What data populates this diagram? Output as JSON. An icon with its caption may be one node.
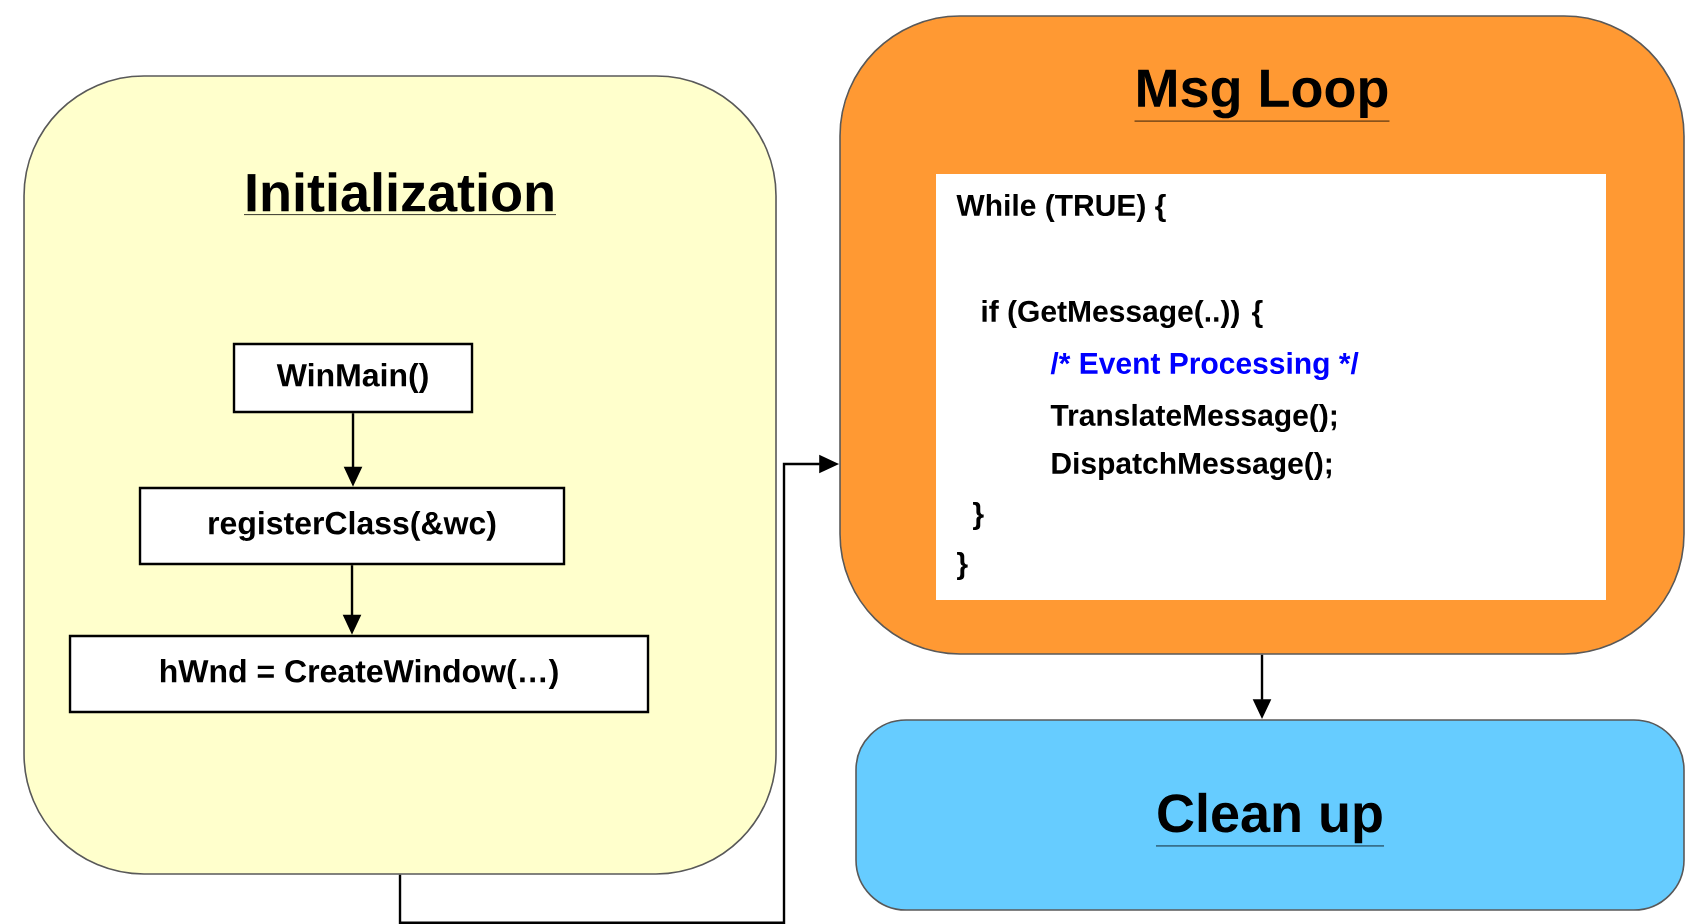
{
  "diagram": {
    "nodes": [
      {
        "text": [
          "Initialization"
        ]
      },
      {
        "text": [
          "WinMain()"
        ],
        "in": 0
      },
      {
        "text": [
          "registerClass(&wc)"
        ],
        "in": 0
      },
      {
        "text": [
          "hWnd = CreateWindow(…)"
        ],
        "in": 0
      },
      {
        "text": [
          "Msg Loop"
        ]
      },
      {
        "text": [
          "While (TRUE) {",
          "if (GetMessage(..))   {",
          "/* Event Processing */",
          "TranslateMessage();",
          "DispatchMessage();",
          "}",
          "}"
        ],
        "in": 4
      },
      {
        "text": [
          "Clean up"
        ]
      }
    ],
    "edges": [
      {
        "from": 1,
        "to": 2,
        "arrow": "to"
      },
      {
        "from": 2,
        "to": 3,
        "arrow": "to"
      },
      {
        "from": 0,
        "to": 4,
        "arrow": "to"
      },
      {
        "from": 4,
        "to": 6,
        "arrow": "to"
      }
    ]
  }
}
